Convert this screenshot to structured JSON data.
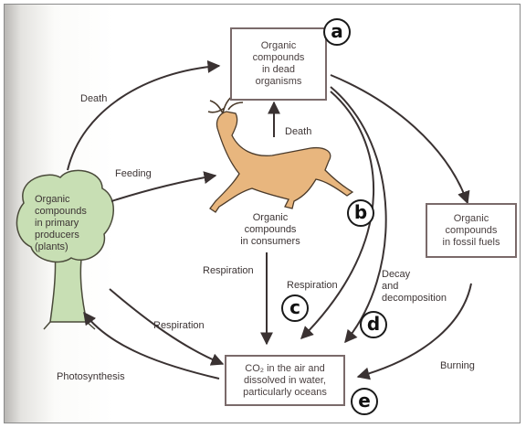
{
  "boxes": {
    "dead_organisms": "Organic\ncompounds\nin dead\norganisms",
    "fossil_fuels": "Organic\ncompounds\nin fossil fuels",
    "co2": "CO₂ in the air and\ndissolved in water,\nparticularly oceans"
  },
  "nodes": {
    "producers": "Organic\ncompounds\nin primary\nproducers\n(plants)",
    "consumers": "Organic\ncompounds\nin consumers"
  },
  "arrow_labels": {
    "death_left": "Death",
    "death_center": "Death",
    "feeding": "Feeding",
    "respiration_consumers": "Respiration",
    "respiration_right": "Respiration",
    "respiration_plants": "Respiration",
    "decay": "Decay\nand\ndecomposition",
    "photosynthesis": "Photosynthesis",
    "burning": "Burning"
  },
  "badges": [
    "a",
    "b",
    "c",
    "d",
    "e"
  ],
  "colors": {
    "arrow": "#3a3232",
    "tree": "#c8dfb4",
    "deer": "#e8b67e",
    "box_border": "#7a6a6a"
  }
}
